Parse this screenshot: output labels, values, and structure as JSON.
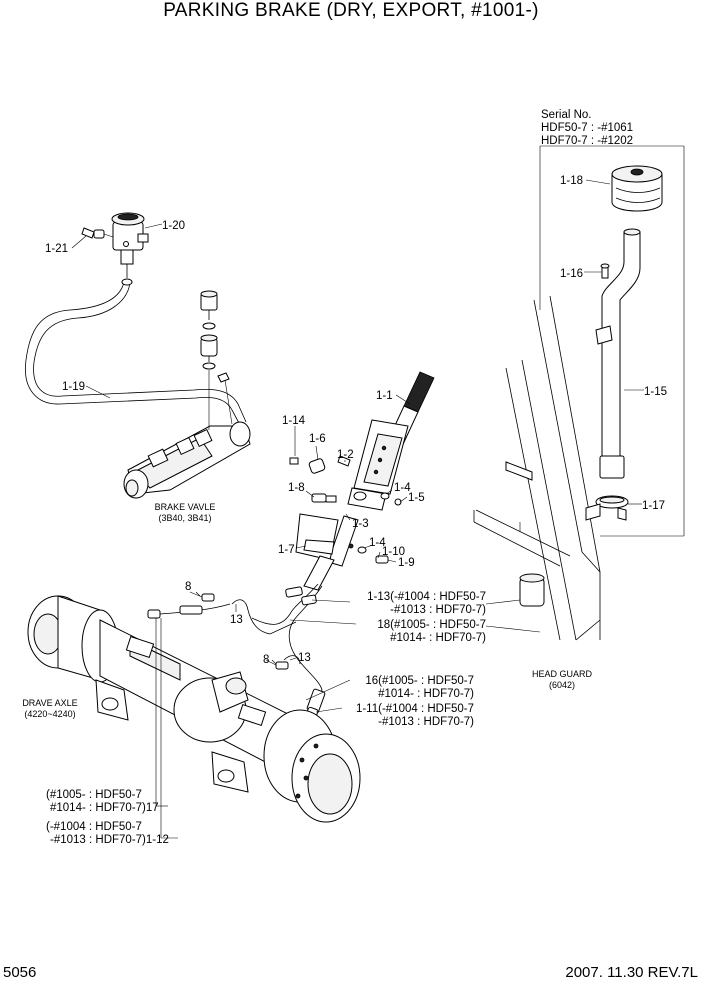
{
  "title": "PARKING BRAKE (DRY, EXPORT, #1001-)",
  "footer": {
    "page_number": "5056",
    "revision": "2007. 11.30  REV.7L"
  },
  "serial": {
    "heading": "Serial No.",
    "line1": "HDF50-7 : -#1061",
    "line2": "HDF70-7 : -#1202"
  },
  "labels": {
    "p1_20": "1-20",
    "p1_21": "1-21",
    "p1_19": "1-19",
    "p1_18": "1-18",
    "p1_16": "1-16",
    "p1_15": "1-15",
    "p1_17": "1-17",
    "p1_1": "1-1",
    "p1_14": "1-14",
    "p1_6": "1-6",
    "p1_2": "1-2",
    "p1_8": "1-8",
    "p1_4a": "1-4",
    "p1_5": "1-5",
    "p1_3": "1-3",
    "p1_7": "1-7",
    "p1_4b": "1-4",
    "p1_10": "1-10",
    "p1_9": "1-9",
    "p8a": "8",
    "p13a": "13",
    "p8b": "8",
    "p13b": "13",
    "p1_13_l1": "1-13(-#1004 : HDF50-7",
    "p1_13_l2": "-#1013 : HDF70-7)",
    "p18_l1": "18(#1005- : HDF50-7",
    "p18_l2": "#1014- : HDF70-7)",
    "p16_l1": "16(#1005- : HDF50-7",
    "p16_l2": "#1014- : HDF70-7)",
    "p1_11_l1": "1-11(-#1004 : HDF50-7",
    "p1_11_l2": "-#1013 : HDF70-7)",
    "p17_l1": "(#1005- : HDF50-7",
    "p17_l2": "#1014- : HDF70-7)17",
    "p1_12_l1": "(-#1004 : HDF50-7",
    "p1_12_l2": "-#1013 : HDF70-7)1-12",
    "brake_valve": "BRAKE VAVLE",
    "brake_valve_ref": "(3B40, 3B41)",
    "drive_axle": "DRAVE AXLE",
    "drive_axle_ref": "(4220~4240)",
    "head_guard": "HEAD GUARD",
    "head_guard_ref": "(6042)"
  }
}
